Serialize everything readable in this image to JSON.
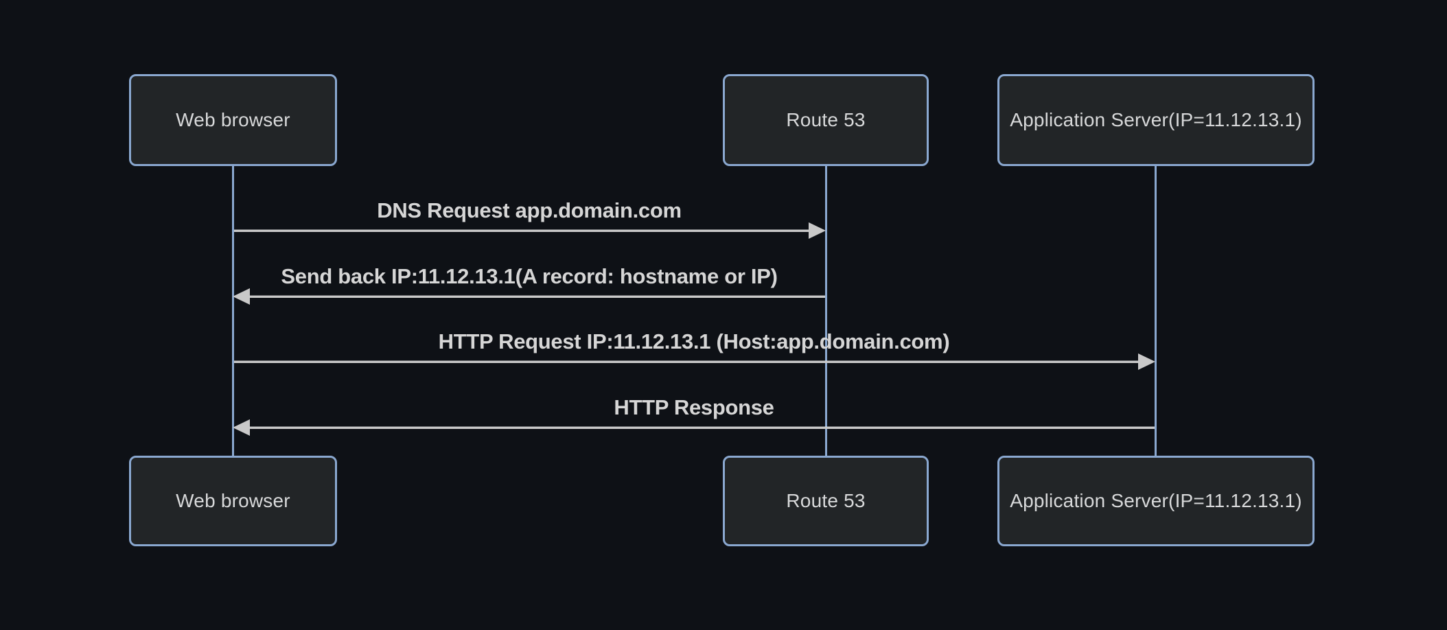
{
  "diagram": {
    "type": "sequence-diagram",
    "actors": [
      {
        "id": "web-browser",
        "label": "Web browser"
      },
      {
        "id": "route-53",
        "label": "Route 53"
      },
      {
        "id": "application-server",
        "label": "Application Server(IP=11.12.13.1)"
      }
    ],
    "messages": [
      {
        "from": "web-browser",
        "to": "route-53",
        "direction": "right",
        "label": "DNS Request app.domain.com"
      },
      {
        "from": "route-53",
        "to": "web-browser",
        "direction": "left",
        "label": "Send back IP:11.12.13.1(A record: hostname or IP)"
      },
      {
        "from": "web-browser",
        "to": "application-server",
        "direction": "right",
        "label": "HTTP Request IP:11.12.13.1 (Host:app.domain.com)"
      },
      {
        "from": "application-server",
        "to": "web-browser",
        "direction": "left",
        "label": "HTTP Response"
      }
    ],
    "colors": {
      "background": "#0e1116",
      "actor_fill": "#222527",
      "actor_border": "#8aa8d0",
      "lifeline": "#8aa8d0",
      "message_line": "#c9c9c9",
      "actor_text": "#d8d9da",
      "message_text": "#d6d6d6"
    }
  }
}
